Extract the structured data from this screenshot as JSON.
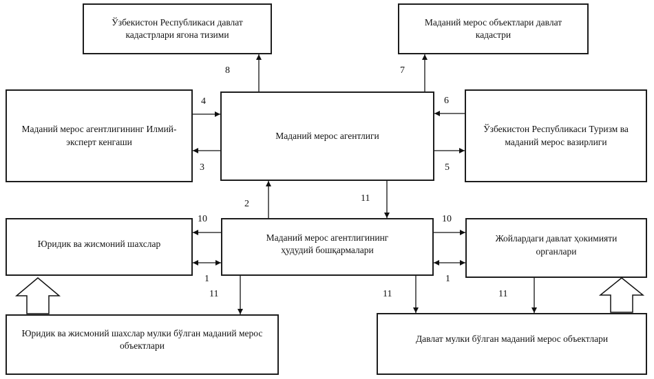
{
  "diagram": {
    "boxes": {
      "top_left": "Ўзбекистон Республикаси давлат кадастрлари ягона тизими",
      "top_right": "Маданий мерос объектлари давлат кадастри",
      "mid_left": "Маданий мерос агентлигининг Илмий-эксперт кенгаши",
      "center": "Маданий мерос агентлиги",
      "mid_right": "Ўзбекистон Республикаси Туризм ва маданий мерос вазирлиги",
      "lower_left": "Юридик ва жисмоний шахслар",
      "lower_center": "Маданий мерос агентлигининг ҳудудий бошқармалари",
      "lower_right": "Жойлардаги давлат ҳокимияти органлари",
      "bottom_left": "Юридик ва жисмоний шахслар мулки бўлган маданий мерос объектлари",
      "bottom_right": "Давлат мулки бўлган маданий мерос объектлари"
    },
    "arrow_labels": {
      "n8": "8",
      "n7": "7",
      "n4": "4",
      "n3": "3",
      "n6": "6",
      "n5": "5",
      "n2": "2",
      "n11_center": "11",
      "n10_left": "10",
      "n1_left": "1",
      "n10_right": "10",
      "n1_right": "1",
      "n11_bottom_left": "11",
      "n11_bottom_mid": "11",
      "n11_bottom_right": "11"
    },
    "colors": {
      "background": "#ffffff",
      "line": "#111111",
      "text": "#111111"
    }
  }
}
